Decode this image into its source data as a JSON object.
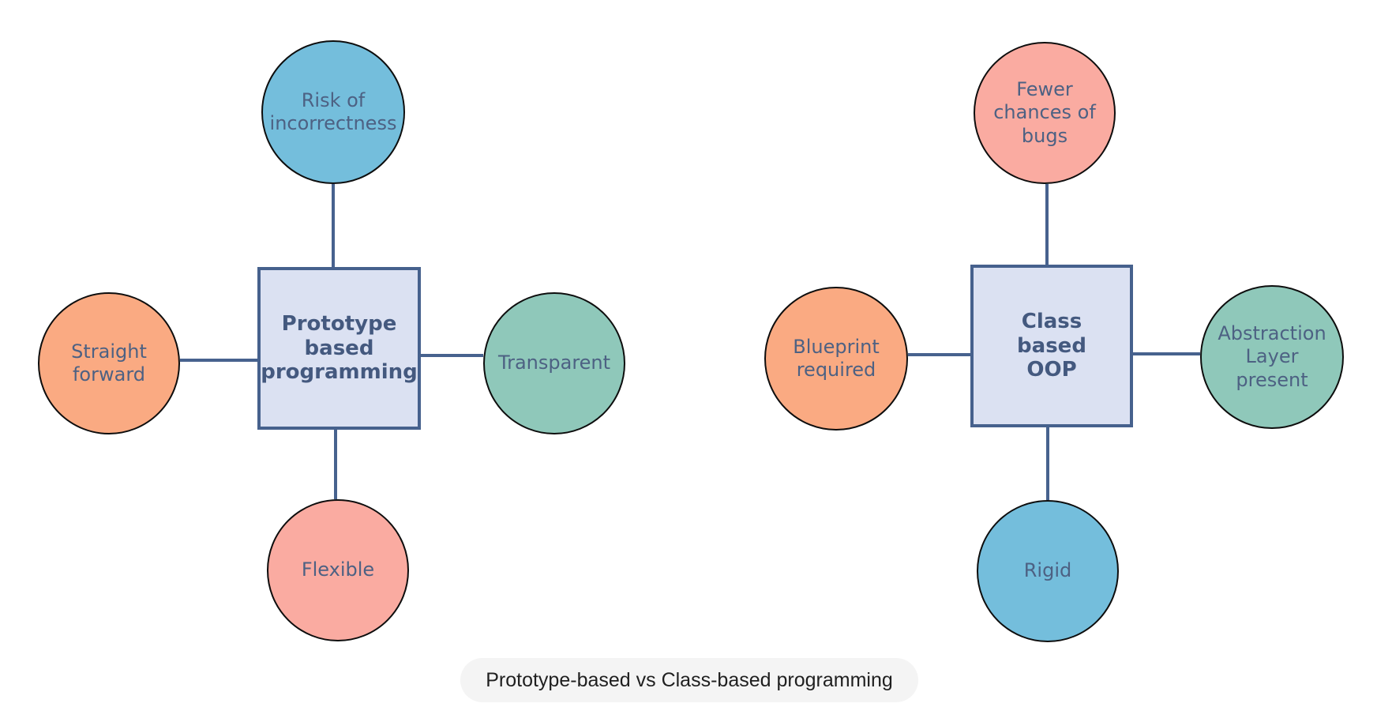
{
  "caption": {
    "text": "Prototype-based vs Class-based programming"
  },
  "colors": {
    "connector": "#47628E",
    "rect_fill": "#DBE1F2",
    "rect_border": "#46618D",
    "rect_text": "#44597F",
    "circle_text": "#4D6183",
    "circle_border": "#0D0D0D",
    "blue": "#74BEDC",
    "orange": "#FAAA82",
    "teal": "#8FC8BA",
    "salmon": "#FAABA1",
    "pill_bg": "#F4F4F4",
    "caption_text": "#1F1F1F"
  },
  "diagrams": [
    {
      "name": "prototype-based-programming",
      "center_label": "Prototype\nbased\nprogramming",
      "nodes": [
        {
          "position": "top",
          "label": "Risk of\nincorrectness",
          "color": "#74BEDC"
        },
        {
          "position": "left",
          "label": "Straight\nforward",
          "color": "#FAAA82"
        },
        {
          "position": "right",
          "label": "Transparent",
          "color": "#8FC8BA"
        },
        {
          "position": "bottom",
          "label": "Flexible",
          "color": "#FAABA1"
        }
      ]
    },
    {
      "name": "class-based-oop",
      "center_label": "Class\nbased\nOOP",
      "nodes": [
        {
          "position": "top",
          "label": "Fewer\nchances of\nbugs",
          "color": "#FAABA1"
        },
        {
          "position": "left",
          "label": "Blueprint\nrequired",
          "color": "#FAAA82"
        },
        {
          "position": "right",
          "label": "Abstraction\nLayer\npresent",
          "color": "#8FC8BA"
        },
        {
          "position": "bottom",
          "label": "Rigid",
          "color": "#74BEDC"
        }
      ]
    }
  ]
}
